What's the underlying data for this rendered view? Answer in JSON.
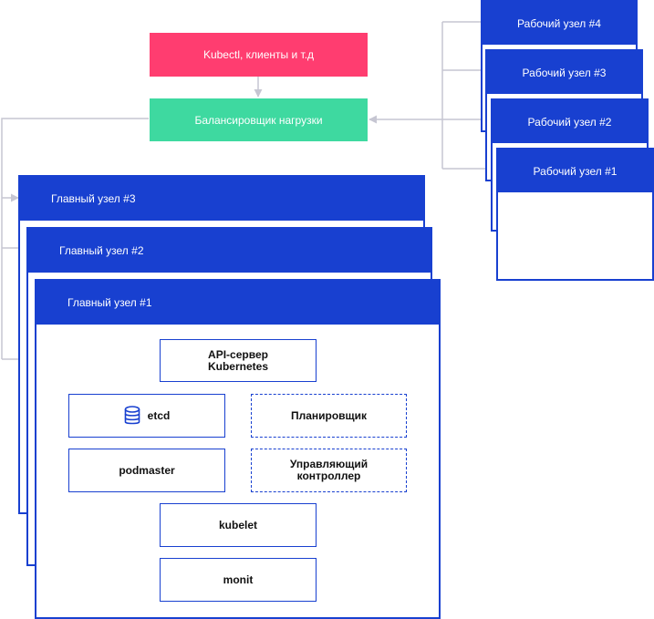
{
  "top": {
    "clients_label": "Kubectl, клиенты и т.д",
    "load_balancer_label": "Балансировщик нагрузки"
  },
  "masters": [
    {
      "title": "Главный узел #3"
    },
    {
      "title": "Главный узел #2"
    },
    {
      "title": "Главный узел #1"
    }
  ],
  "workers": [
    {
      "title": "Рабочий узел #4"
    },
    {
      "title": "Рабочий узел #3"
    },
    {
      "title": "Рабочий узел #2"
    },
    {
      "title": "Рабочий узел #1"
    }
  ],
  "components": {
    "api_server_line1": "API-сервер",
    "api_server_line2": "Kubernetes",
    "etcd": "etcd",
    "scheduler": "Планировщик",
    "podmaster": "podmaster",
    "controller_line1": "Управляющий",
    "controller_line2": "контроллер",
    "kubelet": "kubelet",
    "monit": "monit"
  },
  "colors": {
    "clients": "#ff3d70",
    "load_balancer": "#3ed9a0",
    "node_blue": "#1840d0",
    "connector": "#c6c6d2"
  },
  "icons": {
    "etcd": "database-icon"
  }
}
